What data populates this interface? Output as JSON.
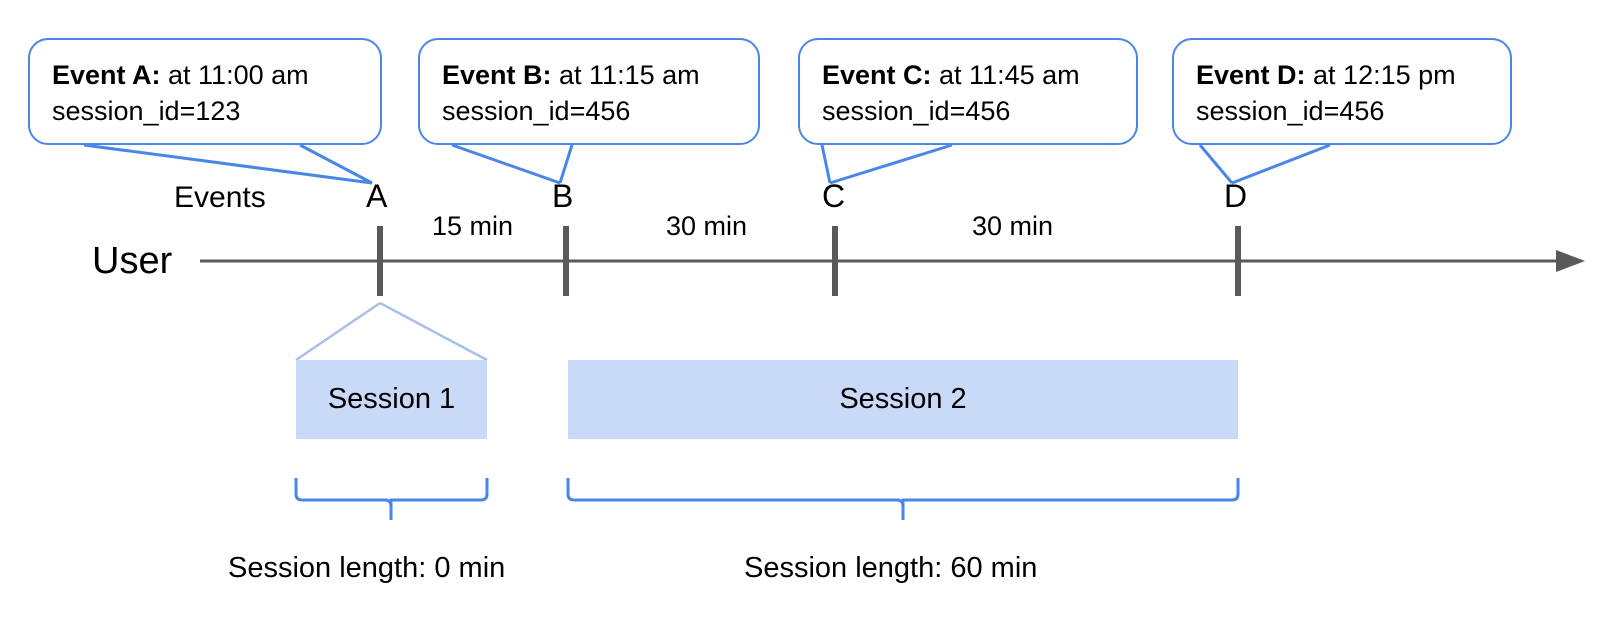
{
  "diagram": {
    "title_absent": true,
    "axis": {
      "row_label": "User",
      "events_label": "Events",
      "arrow_icon": "arrow-right-icon"
    },
    "accent_color": "#4a86e8",
    "session_fill_color": "#c9daf8",
    "axis_color": "#595959",
    "callouts": [
      {
        "id": "a",
        "title": "Event A:",
        "time": " at 11:00 am",
        "session_line": "session_id=123"
      },
      {
        "id": "b",
        "title": "Event B:",
        "time": " at 11:15 am",
        "session_line": "session_id=456"
      },
      {
        "id": "c",
        "title": "Event C:",
        "time": " at 11:45 am",
        "session_line": "session_id=456"
      },
      {
        "id": "d",
        "title": "Event D:",
        "time": " at 12:15 pm",
        "session_line": "session_id=456"
      }
    ],
    "markers": [
      {
        "label": "A"
      },
      {
        "label": "B"
      },
      {
        "label": "C"
      },
      {
        "label": "D"
      }
    ],
    "gaps": [
      {
        "label": "15 min"
      },
      {
        "label": "30 min"
      },
      {
        "label": "30 min"
      }
    ],
    "sessions": [
      {
        "label": "Session 1",
        "length_label": "Session length: 0 min"
      },
      {
        "label": "Session 2",
        "length_label": "Session length: 60 min"
      }
    ]
  },
  "chart_data": {
    "type": "timeline",
    "title": "",
    "xlabel": "",
    "ylabel": "User",
    "events": [
      {
        "name": "Event A",
        "marker": "A",
        "time": "11:00 am",
        "session_id": "123",
        "minutes_from_start": 0
      },
      {
        "name": "Event B",
        "marker": "B",
        "time": "11:15 am",
        "session_id": "456",
        "minutes_from_start": 15
      },
      {
        "name": "Event C",
        "marker": "C",
        "time": "11:45 am",
        "session_id": "456",
        "minutes_from_start": 45
      },
      {
        "name": "Event D",
        "marker": "D",
        "time": "12:15 pm",
        "session_id": "456",
        "minutes_from_start": 75
      }
    ],
    "intervals": [
      {
        "from": "A",
        "to": "B",
        "label": "15 min",
        "minutes": 15
      },
      {
        "from": "B",
        "to": "C",
        "label": "30 min",
        "minutes": 30
      },
      {
        "from": "C",
        "to": "D",
        "label": "30 min",
        "minutes": 30
      }
    ],
    "sessions": [
      {
        "name": "Session 1",
        "session_id": "123",
        "events": [
          "A"
        ],
        "length_minutes": 0,
        "length_label": "Session length: 0 min"
      },
      {
        "name": "Session 2",
        "session_id": "456",
        "events": [
          "B",
          "C",
          "D"
        ],
        "length_minutes": 60,
        "length_label": "Session length: 60 min"
      }
    ],
    "legend": [],
    "grid": false
  }
}
